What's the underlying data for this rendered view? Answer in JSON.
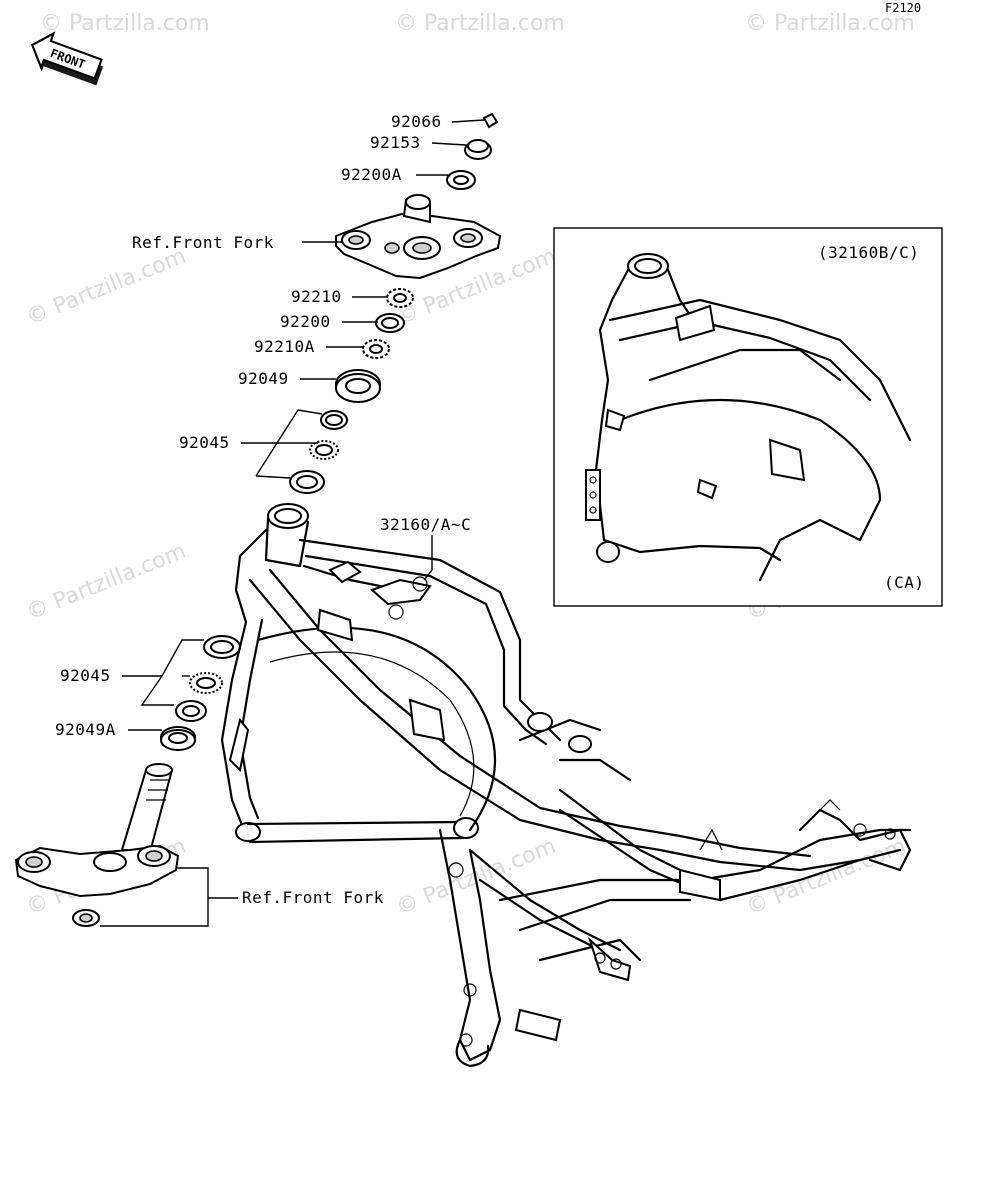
{
  "figure_code": "F2120",
  "front_badge": "FRONT",
  "watermark": "© Partzilla.com",
  "inset_top_label": "(32160B/C)",
  "inset_bottom_label": "(CA)",
  "callouts": [
    {
      "id": "92066",
      "text": "92066"
    },
    {
      "id": "92153",
      "text": "92153"
    },
    {
      "id": "92200A",
      "text": "92200A"
    },
    {
      "id": "ref-front-fork-top",
      "text": "Ref.Front Fork"
    },
    {
      "id": "92210",
      "text": "92210"
    },
    {
      "id": "92200",
      "text": "92200"
    },
    {
      "id": "92210A",
      "text": "92210A"
    },
    {
      "id": "92049",
      "text": "92049"
    },
    {
      "id": "92045-upper",
      "text": "92045"
    },
    {
      "id": "32160",
      "text": "32160/A~C"
    },
    {
      "id": "92045-lower",
      "text": "92045"
    },
    {
      "id": "92049A",
      "text": "92049A"
    },
    {
      "id": "ref-front-fork-bottom",
      "text": "Ref.Front Fork"
    }
  ]
}
